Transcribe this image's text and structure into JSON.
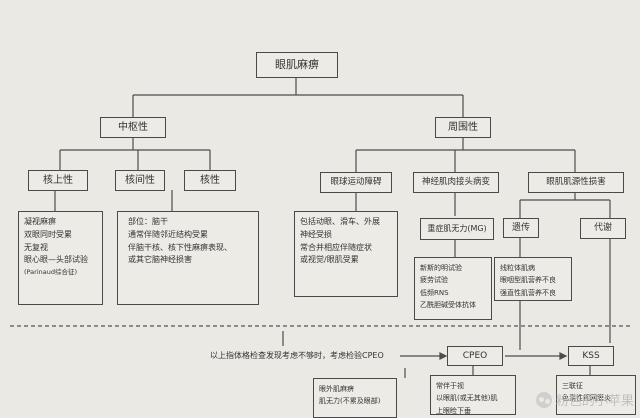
{
  "title": "眼肌麻痹",
  "level1": {
    "left": "中枢性",
    "right": "周围性"
  },
  "central": {
    "nuclear_above": "核上性",
    "internuclear": "核间性",
    "nuclear": "核性"
  },
  "peripheral": {
    "movement": "眼球运动障碍",
    "neuromuscular": "神经肌肉接头病变",
    "muscle": "眼肌肌源性损害"
  },
  "sublevel": {
    "ocular": "重症肌无力(MG)",
    "genetic": "遗传",
    "metabolic": "代谢"
  },
  "lists": {
    "supranuclear": [
      "凝视麻痹",
      "双眼同时受累",
      "无复视",
      "眼心眼—头部试验",
      "(Parinaud综合征)"
    ],
    "internuclear": [
      "部位：脑干",
      "通常伴随邻近结构受累",
      "伴脑干核、核下性麻痹表现、",
      "或其它脑神经损害"
    ],
    "movement": [
      "包括动眼、滑车、外展",
      "神经受损",
      "常合并相应伴随症状",
      "或视觉/眼肌受累"
    ],
    "mg": [
      "新斯的明试验",
      "疲劳试验",
      "低频RNS",
      "乙酰胆碱受体抗体"
    ],
    "genetic": [
      "线粒体肌病",
      "眼咽型肌营养不良",
      "强直性肌营养不良"
    ],
    "bottom_cpeo": [
      "常伴于视",
      "以眼肌(或无其他)肌",
      "上眼睑下垂"
    ],
    "bottom_kss": [
      "三联征",
      "色素性视网膜炎"
    ],
    "bottom_left": [
      "眼外肌麻痹",
      "肌无力(不累及眼部)"
    ]
  },
  "bottom_note": "以上指体格检查发现考虑不够时，考虑检验CPEO",
  "cpeo": "CPEO",
  "kss": "KSS",
  "watermark": "粉色的小苹果"
}
